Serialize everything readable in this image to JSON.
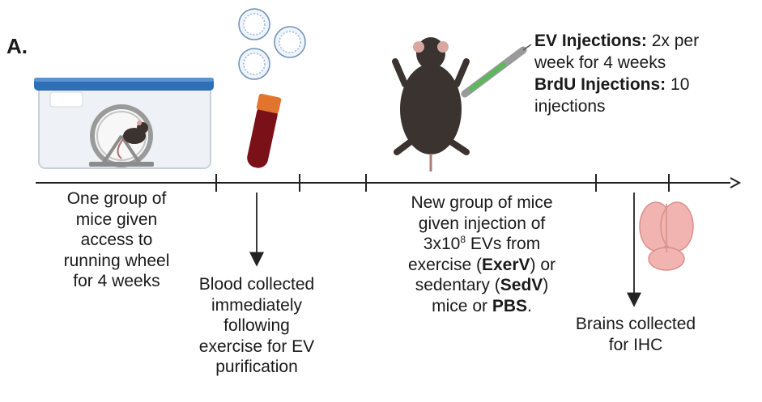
{
  "panel_label": "A.",
  "captions": {
    "wheel": [
      "One group of",
      "mice given",
      "access to",
      "running wheel",
      "for 4 weeks"
    ],
    "blood": [
      "Blood collected",
      "immediately",
      "following",
      "exercise for EV",
      "purification"
    ],
    "injection": {
      "line1": "New group of mice",
      "line2": "given injection of",
      "line3_pre": "3x10",
      "line3_sup": "8",
      "line3_post": " EVs from",
      "line4_pre": "exercise (",
      "line4_bold": "ExerV",
      "line4_post": ") or",
      "line5_pre": "sedentary (",
      "line5_bold": "SedV",
      "line5_post": ")",
      "line6_pre": "mice or ",
      "line6_bold": "PBS",
      "line6_post": "."
    },
    "brains": [
      "Brains collected",
      "for IHC"
    ]
  },
  "injection_notes": {
    "ev_label": "EV Injections:",
    "ev_text_1": " 2x per",
    "ev_text_2": "week for 4 weeks",
    "brdu_label": "BrdU Injections:",
    "brdu_text_1": " 10",
    "brdu_text_2": "injections"
  },
  "colors": {
    "cage_lid": "#2f6fb5",
    "tube_cap": "#e3742b",
    "blood": "#7a1018",
    "mouse": "#3a3330",
    "syringe_liquid": "#5cb85c",
    "brain": "#f2b4b0"
  }
}
